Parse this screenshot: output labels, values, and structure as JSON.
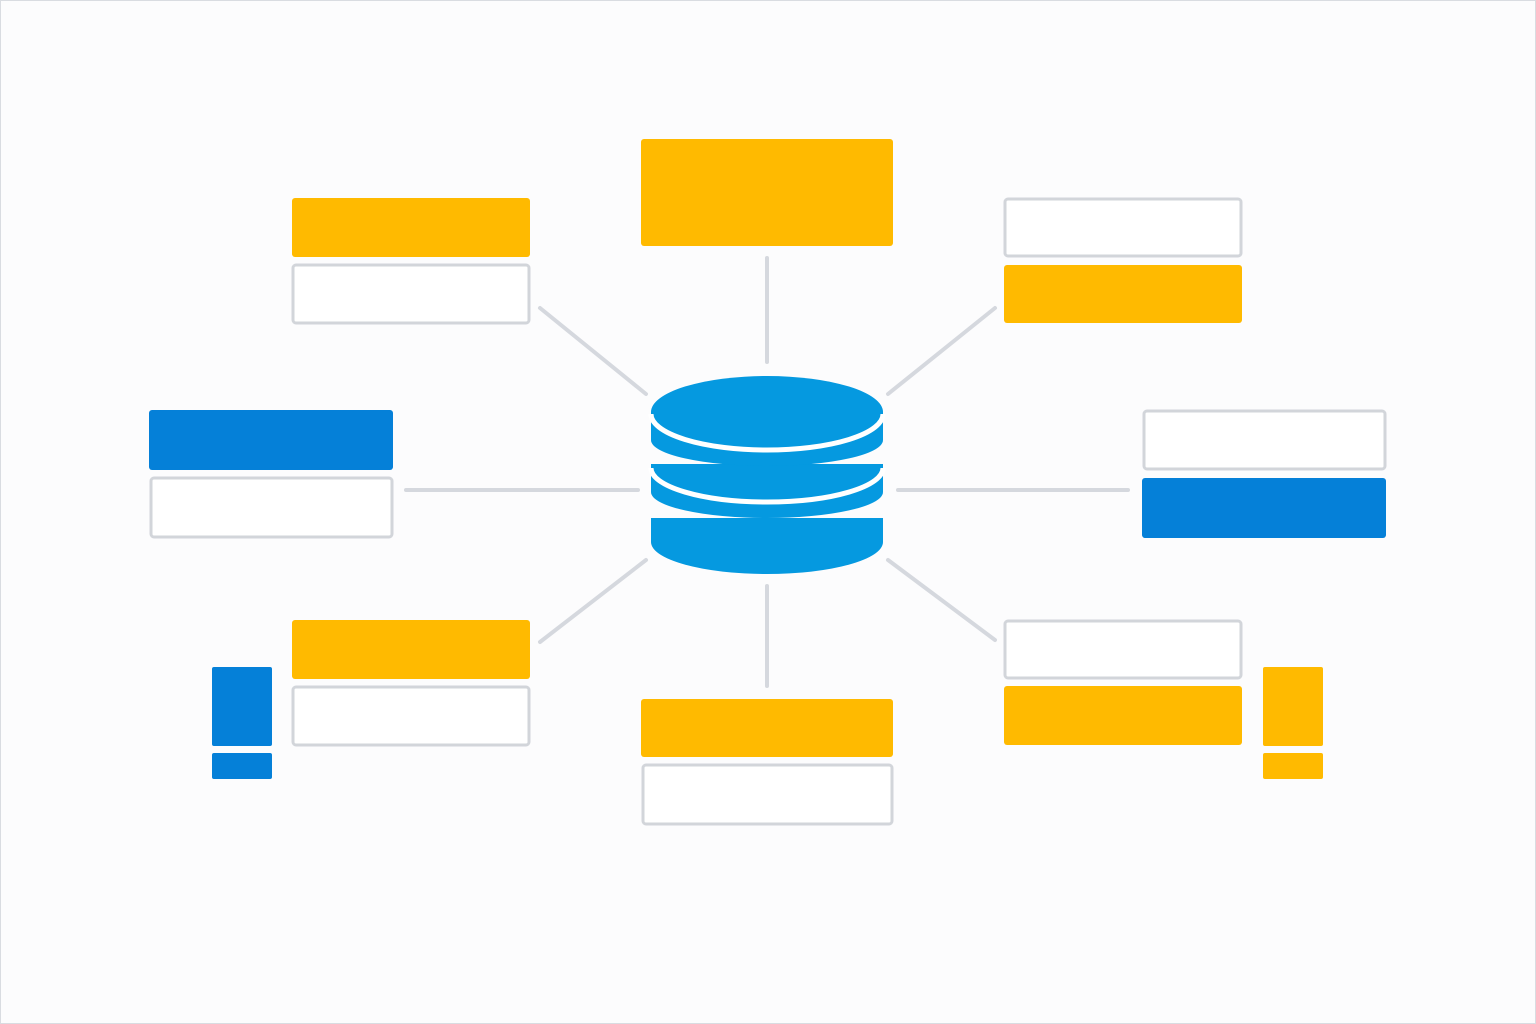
{
  "diagram": {
    "hub": {
      "icon": "database-icon",
      "color": "#0599e0"
    },
    "colors": {
      "yellow": "#ffba00",
      "blue": "#0580d8",
      "connector": "#d5d8de",
      "outline": "#d2d5da",
      "background": "#fcfcfd"
    },
    "node_groups": [
      {
        "name": "node-group-top",
        "blocks": [
          "yellow"
        ]
      },
      {
        "name": "node-group-top-left",
        "blocks": [
          "yellow",
          "outline"
        ]
      },
      {
        "name": "node-group-top-right",
        "blocks": [
          "outline",
          "yellow"
        ]
      },
      {
        "name": "node-group-left",
        "blocks": [
          "blue",
          "outline"
        ]
      },
      {
        "name": "node-group-right",
        "blocks": [
          "outline",
          "blue"
        ]
      },
      {
        "name": "node-group-bottom-left",
        "blocks": [
          "yellow",
          "outline"
        ]
      },
      {
        "name": "node-group-bottom",
        "blocks": [
          "yellow",
          "outline"
        ]
      },
      {
        "name": "node-group-bottom-right",
        "blocks": [
          "outline",
          "yellow"
        ]
      }
    ],
    "alert_icons": [
      {
        "name": "alert-icon-left",
        "color": "blue"
      },
      {
        "name": "alert-icon-right",
        "color": "yellow"
      }
    ]
  }
}
